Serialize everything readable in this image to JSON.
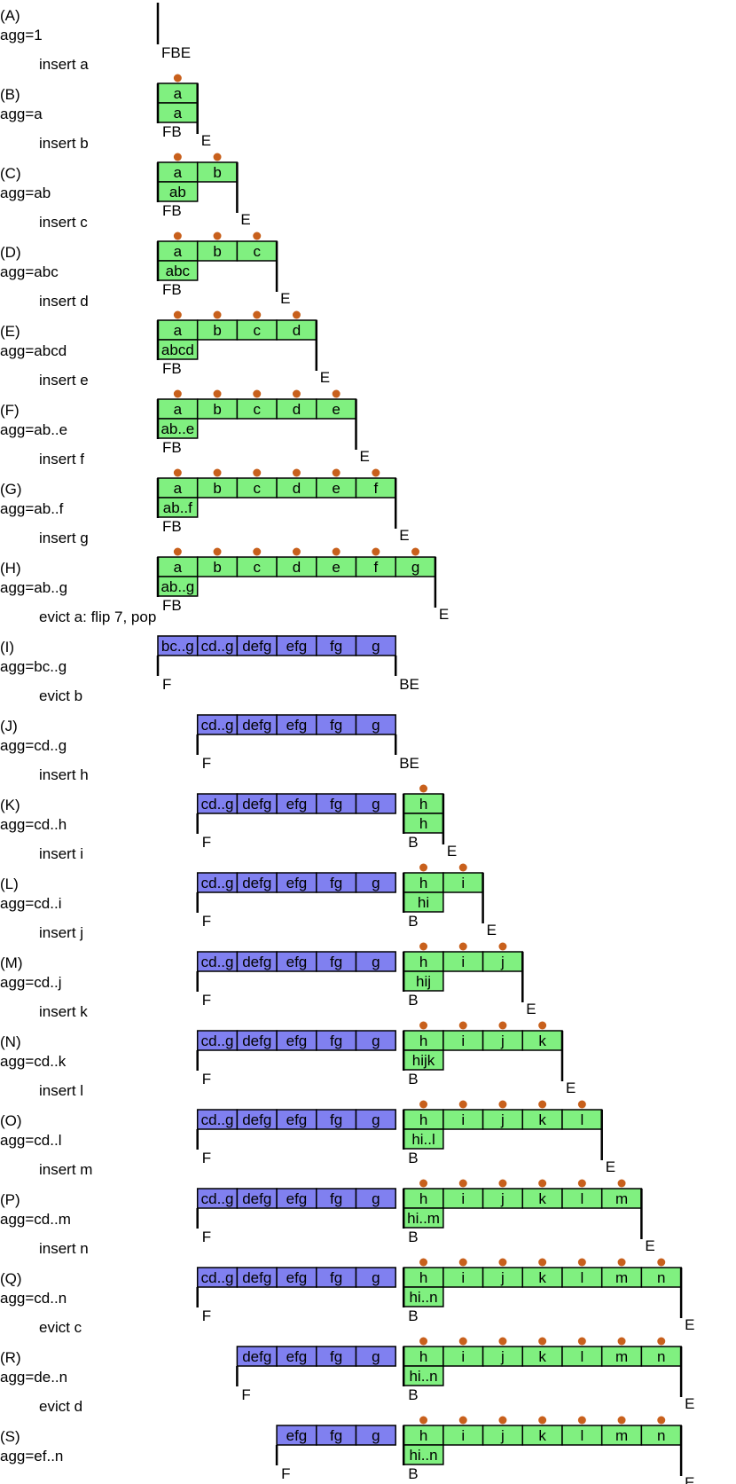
{
  "colors": {
    "green_cell": "#80f080",
    "blue_cell": "#8080f0",
    "dot": "#c8601c",
    "line": "#000000",
    "text": "#000000"
  },
  "states": [
    {
      "label": "(A)",
      "agg": "agg=1",
      "op": "insert a",
      "front": [],
      "back": [],
      "back_agg": "",
      "markers": "FBE"
    },
    {
      "label": "(B)",
      "agg": "agg=a",
      "op": "insert b",
      "front": [],
      "back": [
        "a"
      ],
      "back_agg": "a",
      "markers": "FB|E"
    },
    {
      "label": "(C)",
      "agg": "agg=ab",
      "op": "insert c",
      "front": [],
      "back": [
        "a",
        "b"
      ],
      "back_agg": "ab",
      "markers": "FB|E"
    },
    {
      "label": "(D)",
      "agg": "agg=abc",
      "op": "insert d",
      "front": [],
      "back": [
        "a",
        "b",
        "c"
      ],
      "back_agg": "abc",
      "markers": "FB|E"
    },
    {
      "label": "(E)",
      "agg": "agg=abcd",
      "op": "insert e",
      "front": [],
      "back": [
        "a",
        "b",
        "c",
        "d"
      ],
      "back_agg": "abcd",
      "markers": "FB|E"
    },
    {
      "label": "(F)",
      "agg": "agg=ab..e",
      "op": "insert f",
      "front": [],
      "back": [
        "a",
        "b",
        "c",
        "d",
        "e"
      ],
      "back_agg": "ab..e",
      "markers": "FB|E"
    },
    {
      "label": "(G)",
      "agg": "agg=ab..f",
      "op": "insert g",
      "front": [],
      "back": [
        "a",
        "b",
        "c",
        "d",
        "e",
        "f"
      ],
      "back_agg": "ab..f",
      "markers": "FB|E"
    },
    {
      "label": "(H)",
      "agg": "agg=ab..g",
      "op": "evict a: flip 7, pop",
      "front": [],
      "back": [
        "a",
        "b",
        "c",
        "d",
        "e",
        "f",
        "g"
      ],
      "back_agg": "ab..g",
      "markers": "FB|E"
    },
    {
      "label": "(I)",
      "agg": "agg=bc..g",
      "op": "evict b",
      "front": [
        "bc..g",
        "cd..g",
        "defg",
        "efg",
        "fg",
        "g"
      ],
      "back": [],
      "back_agg": "",
      "markers": "F|BE"
    },
    {
      "label": "(J)",
      "agg": "agg=cd..g",
      "op": "insert h",
      "front": [
        "cd..g",
        "defg",
        "efg",
        "fg",
        "g"
      ],
      "back": [],
      "back_agg": "",
      "markers": "F|BE"
    },
    {
      "label": "(K)",
      "agg": "agg=cd..h",
      "op": "insert i",
      "front": [
        "cd..g",
        "defg",
        "efg",
        "fg",
        "g"
      ],
      "back": [
        "h"
      ],
      "back_agg": "h",
      "markers": "F|B|E"
    },
    {
      "label": "(L)",
      "agg": "agg=cd..i",
      "op": "insert j",
      "front": [
        "cd..g",
        "defg",
        "efg",
        "fg",
        "g"
      ],
      "back": [
        "h",
        "i"
      ],
      "back_agg": "hi",
      "markers": "F|B|E"
    },
    {
      "label": "(M)",
      "agg": "agg=cd..j",
      "op": "insert k",
      "front": [
        "cd..g",
        "defg",
        "efg",
        "fg",
        "g"
      ],
      "back": [
        "h",
        "i",
        "j"
      ],
      "back_agg": "hij",
      "markers": "F|B|E"
    },
    {
      "label": "(N)",
      "agg": "agg=cd..k",
      "op": "insert l",
      "front": [
        "cd..g",
        "defg",
        "efg",
        "fg",
        "g"
      ],
      "back": [
        "h",
        "i",
        "j",
        "k"
      ],
      "back_agg": "hijk",
      "markers": "F|B|E"
    },
    {
      "label": "(O)",
      "agg": "agg=cd..l",
      "op": "insert m",
      "front": [
        "cd..g",
        "defg",
        "efg",
        "fg",
        "g"
      ],
      "back": [
        "h",
        "i",
        "j",
        "k",
        "l"
      ],
      "back_agg": "hi..l",
      "markers": "F|B|E"
    },
    {
      "label": "(P)",
      "agg": "agg=cd..m",
      "op": "insert n",
      "front": [
        "cd..g",
        "defg",
        "efg",
        "fg",
        "g"
      ],
      "back": [
        "h",
        "i",
        "j",
        "k",
        "l",
        "m"
      ],
      "back_agg": "hi..m",
      "markers": "F|B|E"
    },
    {
      "label": "(Q)",
      "agg": "agg=cd..n",
      "op": "evict c",
      "front": [
        "cd..g",
        "defg",
        "efg",
        "fg",
        "g"
      ],
      "back": [
        "h",
        "i",
        "j",
        "k",
        "l",
        "m",
        "n"
      ],
      "back_agg": "hi..n",
      "markers": "F|B|E"
    },
    {
      "label": "(R)",
      "agg": "agg=de..n",
      "op": "evict d",
      "front": [
        "defg",
        "efg",
        "fg",
        "g"
      ],
      "back": [
        "h",
        "i",
        "j",
        "k",
        "l",
        "m",
        "n"
      ],
      "back_agg": "hi..n",
      "markers": "F|B|E"
    },
    {
      "label": "(S)",
      "agg": "agg=ef..n",
      "op": "",
      "front": [
        "efg",
        "fg",
        "g"
      ],
      "back": [
        "h",
        "i",
        "j",
        "k",
        "l",
        "m",
        "n"
      ],
      "back_agg": "hi..n",
      "markers": "F|B|E"
    }
  ]
}
